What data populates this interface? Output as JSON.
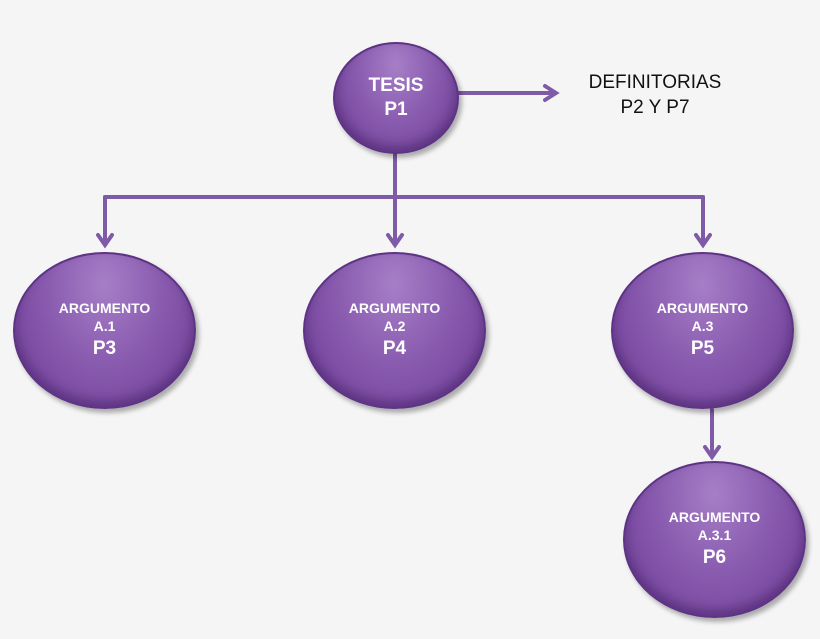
{
  "diagram": {
    "accent_color": "#8a5cb0",
    "connector_color": "#7f5aa6",
    "thesis": {
      "title": "TESIS",
      "code": "P1"
    },
    "side_note": {
      "line1": "DEFINITORIAS",
      "line2": "P2 Y P7"
    },
    "arguments": [
      {
        "title": "ARGUMENTO",
        "label": "A.1",
        "code": "P3"
      },
      {
        "title": "ARGUMENTO",
        "label": "A.2",
        "code": "P4"
      },
      {
        "title": "ARGUMENTO",
        "label": "A.3",
        "code": "P5"
      }
    ],
    "sub_argument": {
      "title": "ARGUMENTO",
      "label": "A.3.1",
      "code": "P6"
    }
  }
}
